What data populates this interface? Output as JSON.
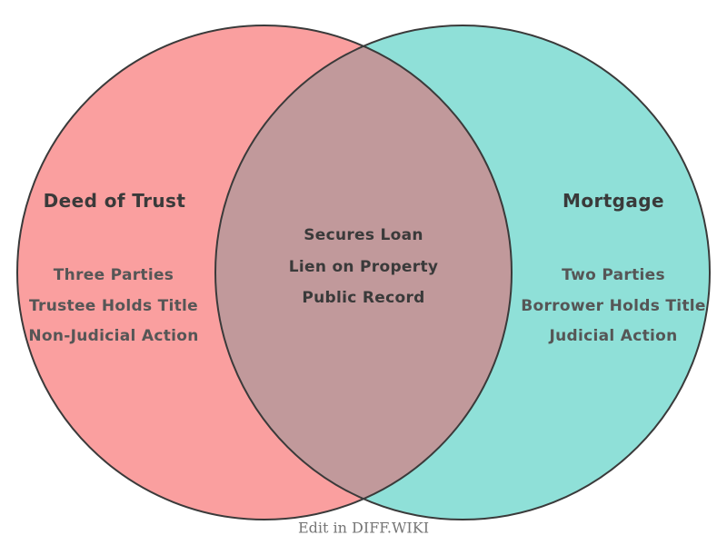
{
  "venn": {
    "left": {
      "title": "Deed of Trust",
      "items": [
        "Three Parties",
        "Trustee Holds Title",
        "Non-Judicial Action"
      ],
      "fill": "#FA9F9F"
    },
    "right": {
      "title": "Mortgage",
      "items": [
        "Two Parties",
        "Borrower Holds Title",
        "Judicial Action"
      ],
      "fill": "#8FE0D8"
    },
    "overlap": {
      "items": [
        "Secures Loan",
        "Lien on Property",
        "Public Record"
      ],
      "fill": "#C1999B"
    },
    "outline_color": "#3A3A3A",
    "title_color": "#3A3A3A",
    "item_color": "#565656"
  },
  "footer": {
    "caption": "Edit in DIFF.WIKI"
  }
}
